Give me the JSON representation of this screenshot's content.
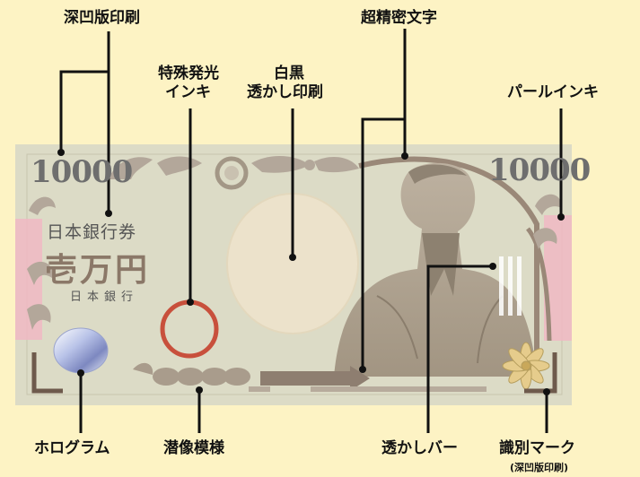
{
  "labels": {
    "intaglio": "深凹版印刷",
    "micro_text": "超精密文字",
    "special_ink_line1": "特殊発光",
    "special_ink_line2": "インキ",
    "watermark_line1": "白黒",
    "watermark_line2": "透かし印刷",
    "pearl_ink": "パールインキ",
    "hologram": "ホログラム",
    "latent_image": "潜像模様",
    "watermark_bar": "透かしバー",
    "tactile_mark": "識別マーク",
    "tactile_mark_sub": "(深凹版印刷)"
  },
  "banknote": {
    "denomination_left": "10000",
    "denomination_right": "10000",
    "bank_name": "日本銀行券",
    "amount": "壱万円",
    "bank_small": "日本銀行"
  },
  "colors": {
    "background": "#fdf3c4",
    "note": "#dcdbc6",
    "pearl": "#f0b8c3",
    "leader": "#111111",
    "red_ring": "#c8503c"
  }
}
